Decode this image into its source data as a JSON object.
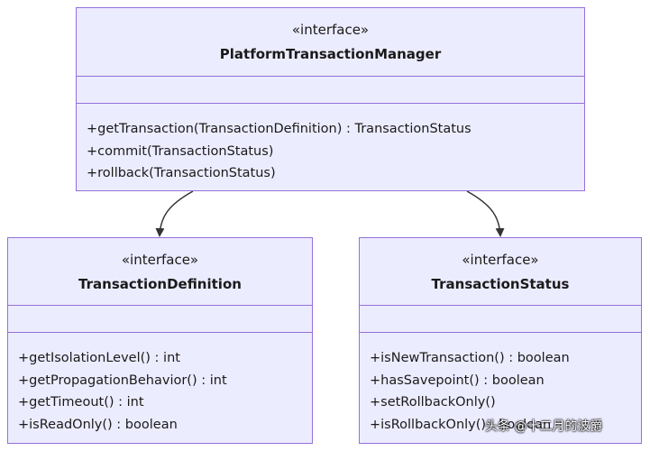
{
  "classes": [
    {
      "stereotype": "«interface»",
      "name": "PlatformTransactionManager",
      "methods": [
        "+getTransaction(TransactionDefinition) : TransactionStatus",
        "+commit(TransactionStatus)",
        "+rollback(TransactionStatus)"
      ]
    },
    {
      "stereotype": "«interface»",
      "name": "TransactionDefinition",
      "methods": [
        "+getIsolationLevel() : int",
        "+getPropagationBehavior() : int",
        "+getTimeout() : int",
        "+isReadOnly() : boolean"
      ]
    },
    {
      "stereotype": "«interface»",
      "name": "TransactionStatus",
      "methods": [
        "+isNewTransaction() : boolean",
        "+hasSavepoint() : boolean",
        "+setRollbackOnly()",
        "+isRollbackOnly() : boolean"
      ]
    }
  ],
  "colors": {
    "box_fill": "#ECECFF",
    "box_border": "#9370DB",
    "edge": "#333333"
  },
  "watermark": "头条 @十二月的波爵"
}
